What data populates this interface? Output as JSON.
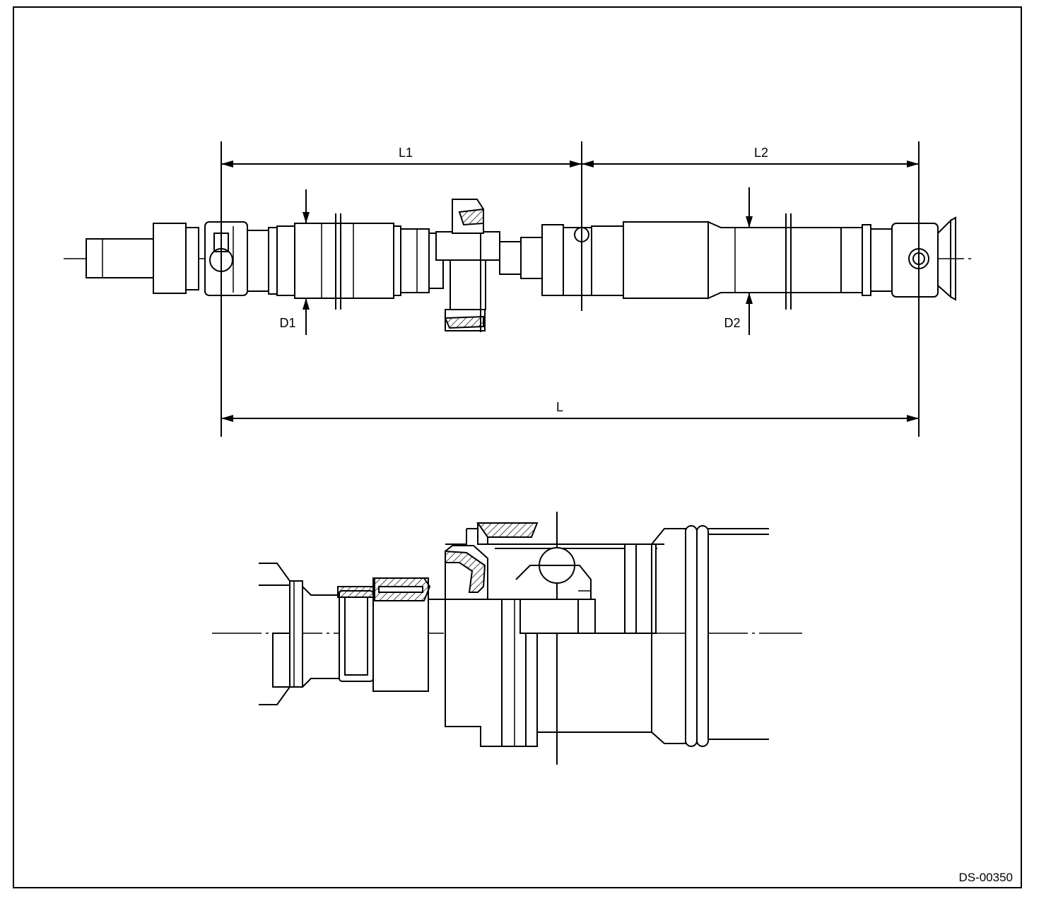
{
  "labels": {
    "L1": "L1",
    "L2": "L2",
    "L": "L",
    "D1": "D1",
    "D2": "D2",
    "figure_code": "DS-00350"
  }
}
